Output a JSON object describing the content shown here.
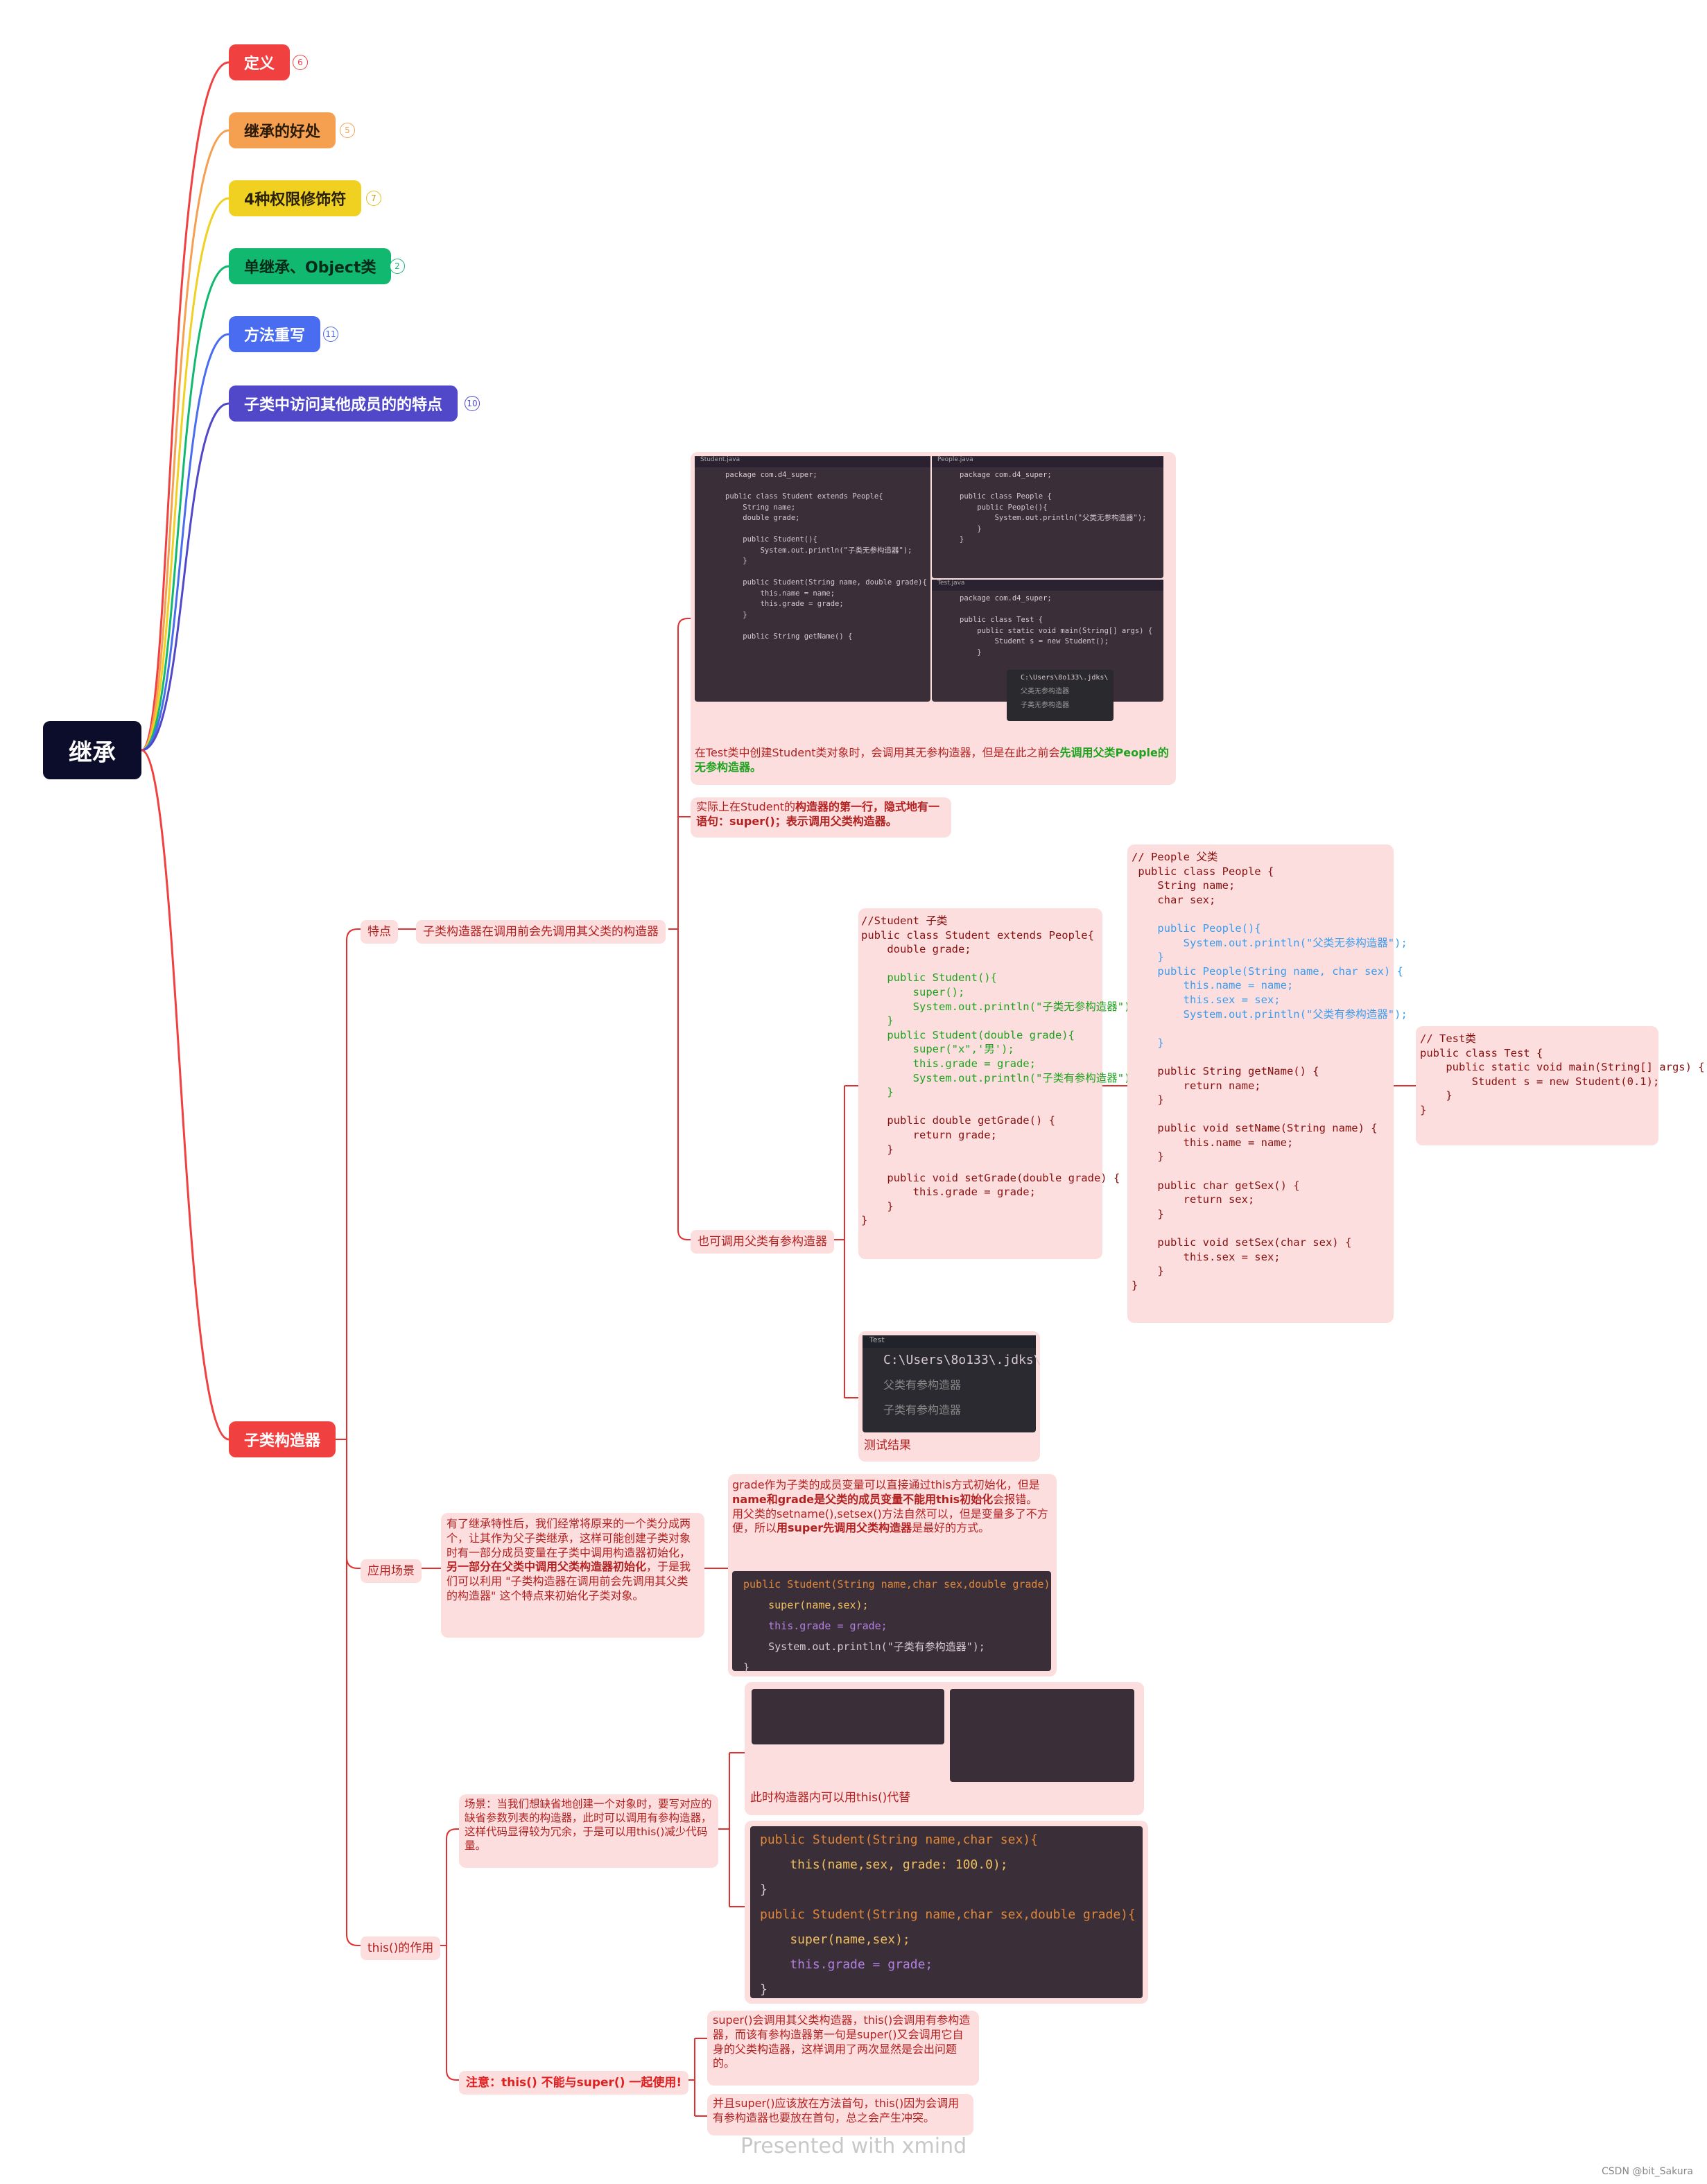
{
  "root": {
    "label": "继承"
  },
  "branches": [
    {
      "label": "定义",
      "count": "6",
      "color": "#f04040"
    },
    {
      "label": "继承的好处",
      "count": "5",
      "color": "#f5a050"
    },
    {
      "label": "4种权限修饰符",
      "count": "7",
      "color": "#f0d020"
    },
    {
      "label": "单继承、Object类",
      "count": "2",
      "color": "#10b870"
    },
    {
      "label": "方法重写",
      "count": "11",
      "color": "#4a6cf0"
    },
    {
      "label": "子类中访问其他成员的的特点",
      "count": "10",
      "color": "#5048c8"
    },
    {
      "label": "子类构造器",
      "color": "#f04040"
    }
  ],
  "sub": {
    "tedian": "特点",
    "tedian_child": "子类构造器在调用前会先调用其父类的构造器",
    "note1_a": "在Test类中创建Student类对象时，会调用其无参构造器，但是在此之前会",
    "note1_b": "先调用父类People的无参构造器。",
    "note2_a": "实际上在Student的",
    "note2_b": "构造器的第一行，隐式地有一语句：super()；表示调用父类构造器。",
    "also": "也可调用父类有参构造器",
    "test_result": "测试结果",
    "yingyong": "应用场景",
    "yingyong_a": "有了继承特性后，我们经常将原来的一个类分成两个，让其作为父子类继承，这样可能创建子类对象时有一部分成员变量在子类中调用构造器初始化，",
    "yingyong_b": "另一部分在父类中调用父类构造器初始化",
    "yingyong_c": "，于是我们可以利用 \"子类构造器在调用前会先调用其父类的构造器\" 这个特点来初始化子类对象。",
    "grade_a": "grade作为子类的成员变量可以直接通过this方式初始化，但是",
    "grade_b": "name和grade是父类的成员变量不能用this初始化",
    "grade_c": "会报错。用父类的setname(),setsex()方法自然可以，但是变量多了不方便，所以",
    "grade_d": "用super先调用父类构造器",
    "grade_e": "是最好的方式。",
    "this_role": "this()的作用",
    "this_scene": "场景：当我们想缺省地创建一个对象时，要写对应的缺省参数列表的构造器，此时可以调用有参构造器，这样代码显得较为冗余，于是可以用this()减少代码量。",
    "this_replace": "此时构造器内可以用this()代替",
    "note_this": "注意：this() 不能与super() 一起使用!",
    "super_this_1": "super()会调用其父类构造器，this()会调用有参构造器，而该有参构造器第一句是super()又会调用它自身的父类构造器，这样调用了两次显然是会出问题的。",
    "super_this_2": "并且super()应该放在方法首句，this()因为会调用有参构造器也要放在首句，总之会产生冲突。"
  },
  "code_student": [
    "//Student 子类",
    "public class Student extends People{",
    "    double grade;",
    "",
    "    public Student(){",
    "        super();",
    "        System.out.println(\"子类无参构造器\");",
    "    }",
    "    public Student(double grade){",
    "        super(\"x\",'男');",
    "        this.grade = grade;",
    "        System.out.println(\"子类有参构造器\");",
    "    }",
    "",
    "    public double getGrade() {",
    "        return grade;",
    "    }",
    "",
    "    public void setGrade(double grade) {",
    "        this.grade = grade;",
    "    }",
    "}"
  ],
  "code_people": [
    "// People 父类",
    " public class People {",
    "    String name;",
    "    char sex;",
    "",
    "    public People(){",
    "        System.out.println(\"父类无参构造器\");",
    "    }",
    "    public People(String name, char sex) {",
    "        this.name = name;",
    "        this.sex = sex;",
    "        System.out.println(\"父类有参构造器\");",
    "",
    "    }",
    "",
    "    public String getName() {",
    "        return name;",
    "    }",
    "",
    "    public void setName(String name) {",
    "        this.name = name;",
    "    }",
    "",
    "    public char getSex() {",
    "        return sex;",
    "    }",
    "",
    "    public void setSex(char sex) {",
    "        this.sex = sex;",
    "    }",
    "}"
  ],
  "code_test": [
    "// Test类",
    "public class Test {",
    "    public static void main(String[] args) {",
    "        Student s = new Student(0.1);",
    "    }",
    "}"
  ],
  "screens": {
    "ide_student": [
      "package com.d4_super;",
      "",
      "public class Student extends People{",
      "    String name;",
      "    double grade;",
      "",
      "    public Student(){",
      "        System.out.println(\"子类无参构造器\");",
      "    }",
      "",
      "    public Student(String name, double grade){",
      "        this.name = name;",
      "        this.grade = grade;",
      "    }",
      "",
      "    public String getName() {"
    ],
    "ide_people": [
      "package com.d4_super;",
      "",
      "public class People {",
      "    public People(){",
      "        System.out.println(\"父类无参构造器\");",
      "    }",
      "}"
    ],
    "ide_test": [
      "package com.d4_super;",
      "",
      "public class Test {",
      "    public static void main(String[] args) {",
      "        Student s = new Student();",
      "    }"
    ],
    "console1": [
      "C:\\Users\\8o133\\.jdks\\",
      "父类无参构造器",
      "子类无参构造器"
    ],
    "console2": [
      "C:\\Users\\8o133\\.jdks\\",
      "父类有参构造器",
      "子类有参构造器"
    ],
    "grade_code": [
      "public Student(String name,char sex,double grade)",
      "    super(name,sex);",
      "    this.grade = grade;",
      "    System.out.println(\"子类有参构造器\");",
      "}"
    ],
    "this_code": [
      "public Student(String name,char sex){",
      "    this(name,sex, grade: 100.0);",
      "}",
      "public Student(String name,char sex,double grade){",
      "    super(name,sex);",
      "    this.grade = grade;",
      "}"
    ]
  },
  "watermark": "Presented with xmind",
  "csdn": "CSDN @bit_Sakura"
}
